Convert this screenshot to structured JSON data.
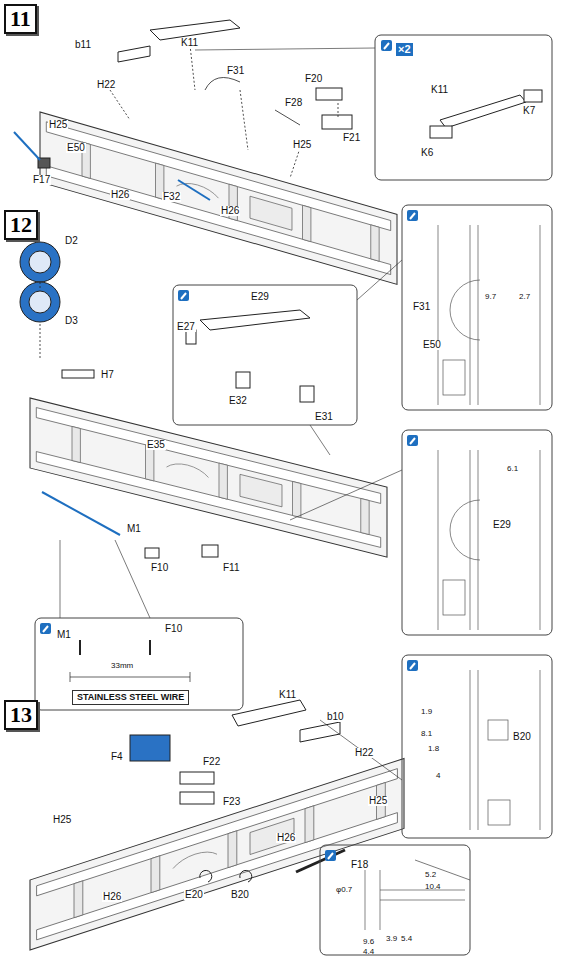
{
  "diagram": {
    "nodes": [
      {
        "text": [
          "11"
        ]
      },
      {
        "text": [
          "12"
        ]
      },
      {
        "text": [
          "13"
        ]
      }
    ],
    "labels": [
      "K11",
      "b11",
      "H22",
      "F31",
      "F20",
      "F28",
      "H25",
      "F21",
      "H25",
      "E50",
      "F17",
      "H26",
      "F32",
      "H26",
      "×2",
      "K11",
      "K7",
      "K6",
      "D2",
      "D3",
      "H7",
      "E29",
      "E27",
      "E32",
      "E31",
      "E35",
      "M1",
      "F10",
      "F11",
      "M1",
      "F10",
      "33mm",
      "STAINLESS STEEL WIRE",
      "F31",
      "E50",
      "9.7",
      "2.7",
      "6.1",
      "E29",
      "K11",
      "b10",
      "F4",
      "F22",
      "H22",
      "H25",
      "F23",
      "H25",
      "H26",
      "F18",
      "E20",
      "B20",
      "H26",
      "B20",
      "8.1",
      "1.9",
      "1.8",
      "4",
      "5.2",
      "10.4",
      "φ0.7",
      "9.6",
      "4.4",
      "3.9",
      "5.4"
    ]
  }
}
